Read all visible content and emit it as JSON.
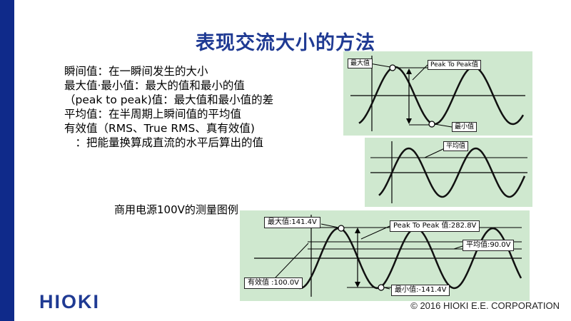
{
  "slide": {
    "title": "表现交流大小的方法",
    "definitions": [
      "瞬间值：在一瞬间发生的大小",
      "最大值·最小值：最大的值和最小的值",
      "（peak to peak)值：最大值和最小值的差",
      "平均值：在半周期上瞬间值的平均值",
      "有效值（RMS、True RMS、真有效值)",
      "　：把能量换算成直流的水平后算出的值"
    ],
    "caption": "商用电源100V的测量图例",
    "logo": "HIOKI",
    "copyright": "© 2016  HIOKI E.E. CORPORATION"
  },
  "panel1": {
    "max_label": "最大值",
    "p2p_label": "Peak  To Peak值",
    "min_label": "最小值"
  },
  "panel2": {
    "avg_label": "平均值"
  },
  "panel3": {
    "max_label": "最大值:141.4V",
    "p2p_label": "Peak To Peak  值:282.8V",
    "avg_label": "平均值:90.0V",
    "rms_label": "有效值 :100.0V",
    "min_label": "最小值:-141.4V"
  },
  "colors": {
    "brand_blue": "#1f3a93",
    "bar_blue": "#0f2a8a",
    "panel_green": "#cfe8cf"
  }
}
